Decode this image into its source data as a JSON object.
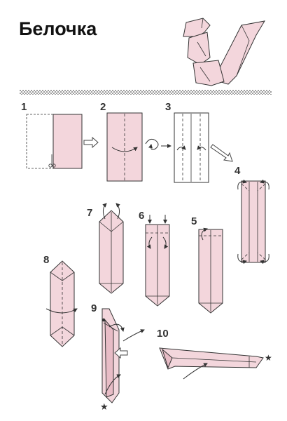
{
  "title": "Белочка",
  "colors": {
    "paper": "#f3d6dc",
    "paper_shade": "#e8bcc6",
    "ink": "#333333",
    "border_pattern": "#555555"
  },
  "steps": [
    {
      "label": "1",
      "icon": "scissors-icon"
    },
    {
      "label": "2"
    },
    {
      "label": "3"
    },
    {
      "label": "4"
    },
    {
      "label": "5"
    },
    {
      "label": "6"
    },
    {
      "label": "7"
    },
    {
      "label": "8"
    },
    {
      "label": "9",
      "icon": "star-icon"
    },
    {
      "label": "10",
      "icon": "star-icon"
    }
  ]
}
